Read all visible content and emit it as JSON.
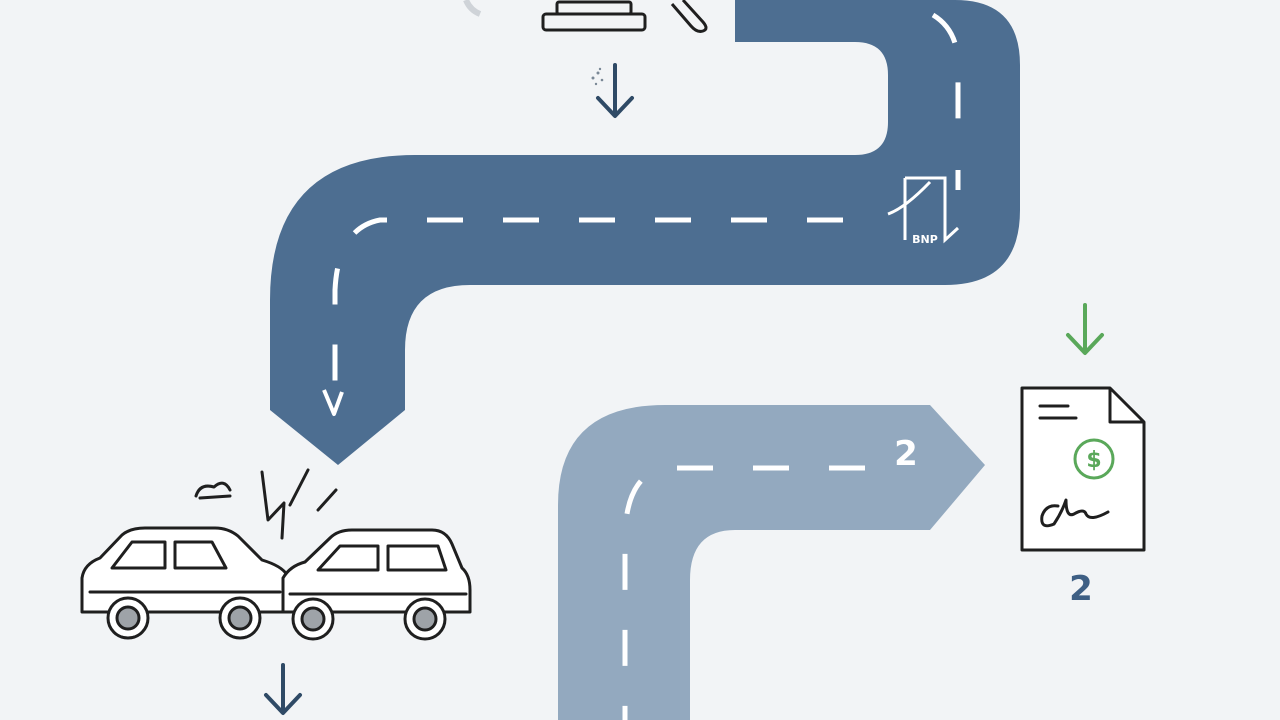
{
  "colors": {
    "background": "#f2f4f6",
    "road_dark": "#4d6e91",
    "road_light": "#93a9bf",
    "lane_marking": "#ffffff",
    "icon_outline": "#1f1f1f",
    "arrow_dark": "#2f4a66",
    "arrow_green": "#5aa85a",
    "step_number": "#3e5f84"
  },
  "steps": {
    "road_sign_text": "BNP",
    "light_road_number": "2",
    "document_number": "2"
  },
  "icons": [
    "gavel-icon",
    "car-collision-icon",
    "claim-document-icon",
    "dollar-icon",
    "signature-icon"
  ]
}
